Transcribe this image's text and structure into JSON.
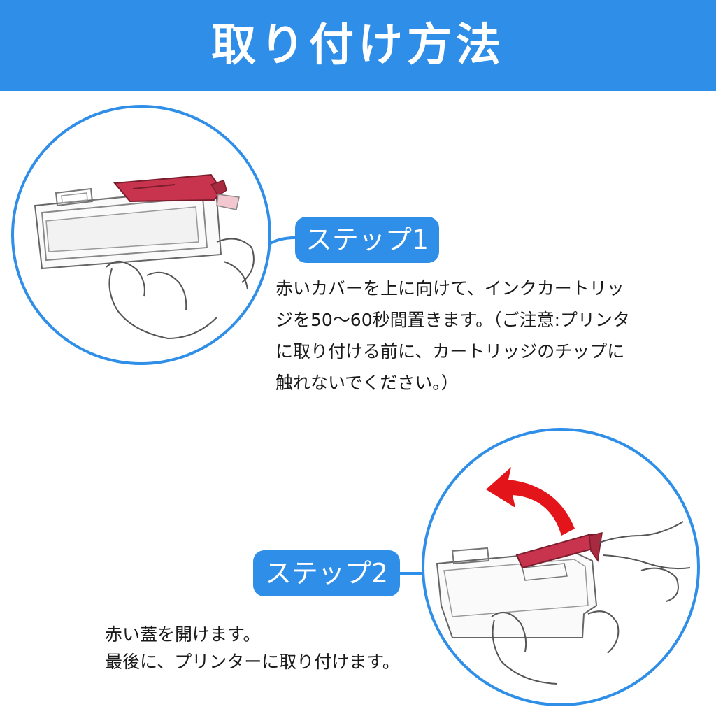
{
  "header": {
    "title": "取り付け方法"
  },
  "steps": [
    {
      "label": "ステップ1",
      "lines": [
        "赤いカバーを上に向けて、インクカートリッ",
        "ジを50〜60秒間置きます。（ご注意:プリンタ",
        "に取り付ける前に、カートリッジのチップに",
        "触れないでください。）"
      ]
    },
    {
      "label": "ステップ2",
      "lines": [
        "赤い蓋を開けます。",
        "最後に、プリンターに取り付けます。"
      ]
    }
  ],
  "colors": {
    "accent": "#2f8ee8",
    "cover_red": "#c8334d",
    "arrow_red": "#e3151a"
  },
  "icons": [
    "ink-cartridge-illustration",
    "hand-illustration",
    "red-arrow-icon"
  ]
}
